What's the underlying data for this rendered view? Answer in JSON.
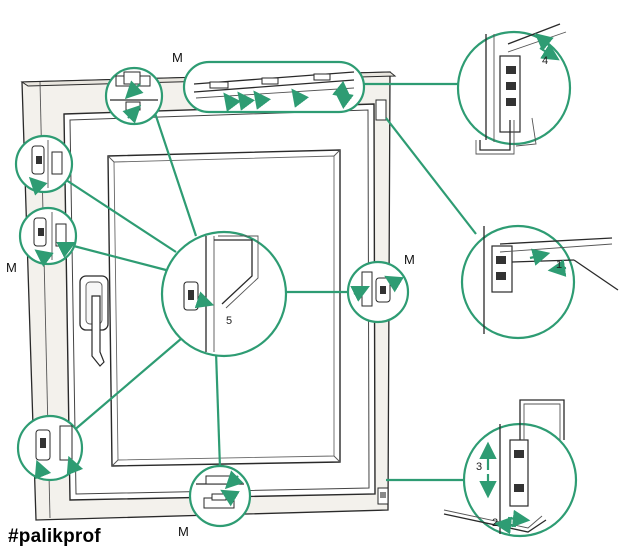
{
  "labels": {
    "m_top": "M",
    "m_left": "M",
    "m_right": "M",
    "m_bottom": "M",
    "num_1": "1",
    "num_2": "2",
    "num_3": "3",
    "num_4": "4",
    "num_5": "5"
  },
  "hashtag": "#palikprof",
  "colors": {
    "accent": "#2e9c73",
    "line": "#2a2a2a",
    "frame_fill": "#f3f1ec"
  }
}
